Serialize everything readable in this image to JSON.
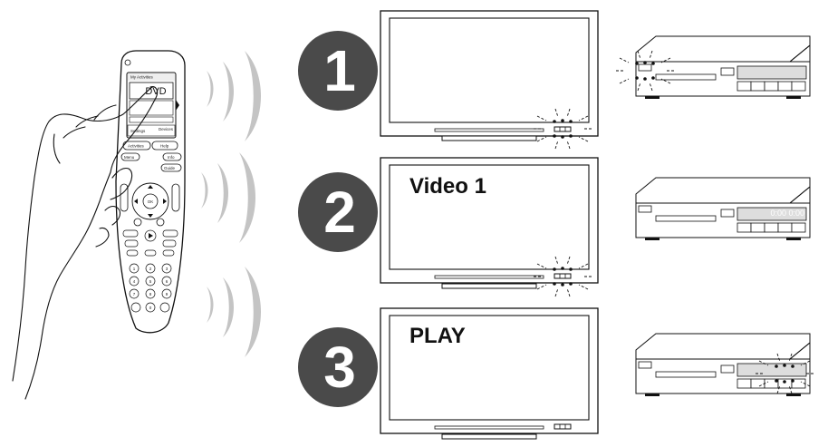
{
  "remote": {
    "screen_title": "My Activities",
    "screen_main": "DVD",
    "buttons": {
      "settings": "Settings",
      "devices": "Devices",
      "activities": "Activities",
      "help": "Help",
      "menu": "Menu",
      "info": "Info",
      "guide": "Guide",
      "ok": "OK"
    },
    "keypad": [
      "1",
      "2",
      "3",
      "4",
      "5",
      "6",
      "7",
      "8",
      "9",
      "0"
    ]
  },
  "steps": [
    {
      "number": "1",
      "tv_text": ""
    },
    {
      "number": "2",
      "tv_text": "Video 1"
    },
    {
      "number": "3",
      "tv_text": "PLAY"
    }
  ],
  "players": [
    {
      "display": ""
    },
    {
      "display": "0:00 0:00"
    },
    {
      "display": ""
    }
  ],
  "colors": {
    "circle": "#4a4a4a",
    "wave": "#c4c4c4",
    "line": "#111111"
  }
}
